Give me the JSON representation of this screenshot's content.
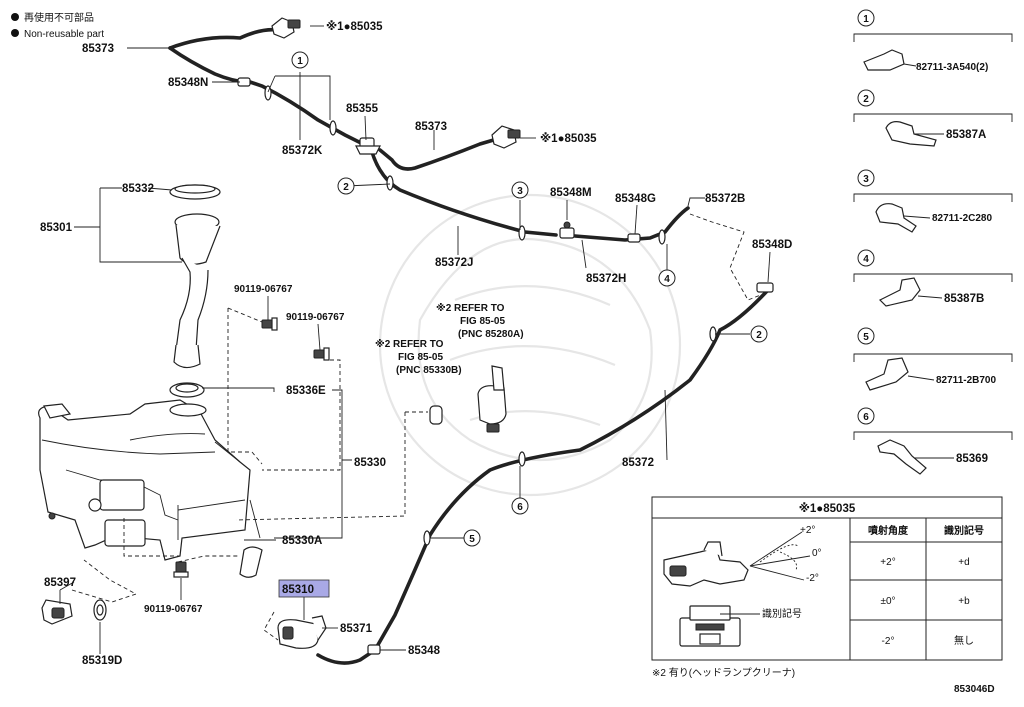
{
  "legend": {
    "jp": "再使用不可部品",
    "en": "Non-reusable part"
  },
  "parts": {
    "p85373a": "85373",
    "p85035a": "※1●85035",
    "p85348n": "85348N",
    "p85372k": "85372K",
    "p85355": "85355",
    "p85373b": "85373",
    "p85035b": "※1●85035",
    "p85332": "85332",
    "p85301": "85301",
    "p85348m": "85348M",
    "p85348g": "85348G",
    "p85372b": "85372B",
    "p85372j": "85372J",
    "p85372h": "85372H",
    "p85348d": "85348D",
    "p90119a": "90119-06767",
    "p90119b": "90119-06767",
    "p85336e": "85336E",
    "p85330": "85330",
    "p85372": "85372",
    "p85330a": "85330A",
    "p85397": "85397",
    "p90119c": "90119-06767",
    "p85310": "85310",
    "p85371": "85371",
    "p85348": "85348",
    "p85319d": "85319D"
  },
  "refs": {
    "ref1": [
      "※2 REFER TO",
      "FIG 85-05",
      "(PNC 85280A)"
    ],
    "ref2": [
      "※2 REFER TO",
      "FIG 85-05",
      "(PNC 85330B)"
    ]
  },
  "callouts": [
    "1",
    "2",
    "3",
    "4",
    "5",
    "6"
  ],
  "clips": [
    {
      "num": "1",
      "pn": "82711-3A540(2)"
    },
    {
      "num": "2",
      "pn": "85387A"
    },
    {
      "num": "3",
      "pn": "82711-2C280"
    },
    {
      "num": "4",
      "pn": "85387B"
    },
    {
      "num": "5",
      "pn": "82711-2B700"
    },
    {
      "num": "6",
      "pn": "85369"
    }
  ],
  "table": {
    "title": "※1●85035",
    "col_angle": "噴射角度",
    "col_id": "識別記号",
    "rows": [
      {
        "angle": "+2°",
        "id": "+d"
      },
      {
        "angle": "±0°",
        "id": "+b"
      },
      {
        "angle": "-2°",
        "id": "無し"
      }
    ],
    "fig_angles": [
      "+2°",
      "0°",
      "-2°"
    ],
    "fig_id_label": "識別記号"
  },
  "footnote": "※2 有り(ヘッドランプクリーナ)",
  "diagram_id": "853046D"
}
